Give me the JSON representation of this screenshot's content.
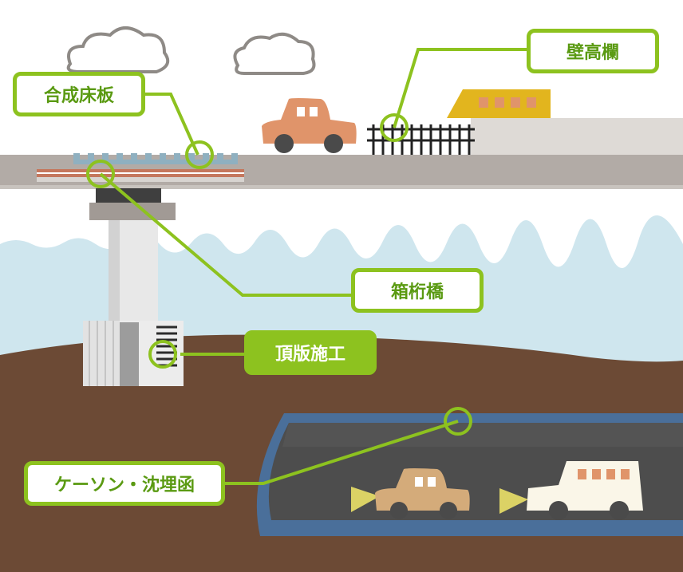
{
  "diagram": {
    "labels": {
      "composite_deck": "合成床板",
      "wall_railing": "壁高欄",
      "box_girder": "箱桁橋",
      "top_slab": "頂版施工",
      "caisson_tunnel": "ケーソン・沈埋函"
    },
    "colors": {
      "accent_green": "#8dc21f",
      "label_text_green": "#5a9a12",
      "sky": "#ffffff",
      "water": "#cfe6ee",
      "soil": "#6c4a35",
      "deck": "#b2aba6",
      "tunnel_blue": "#4a6f9a",
      "car_orange": "#e0946a",
      "bus_yellow": "#e2b51e"
    }
  }
}
